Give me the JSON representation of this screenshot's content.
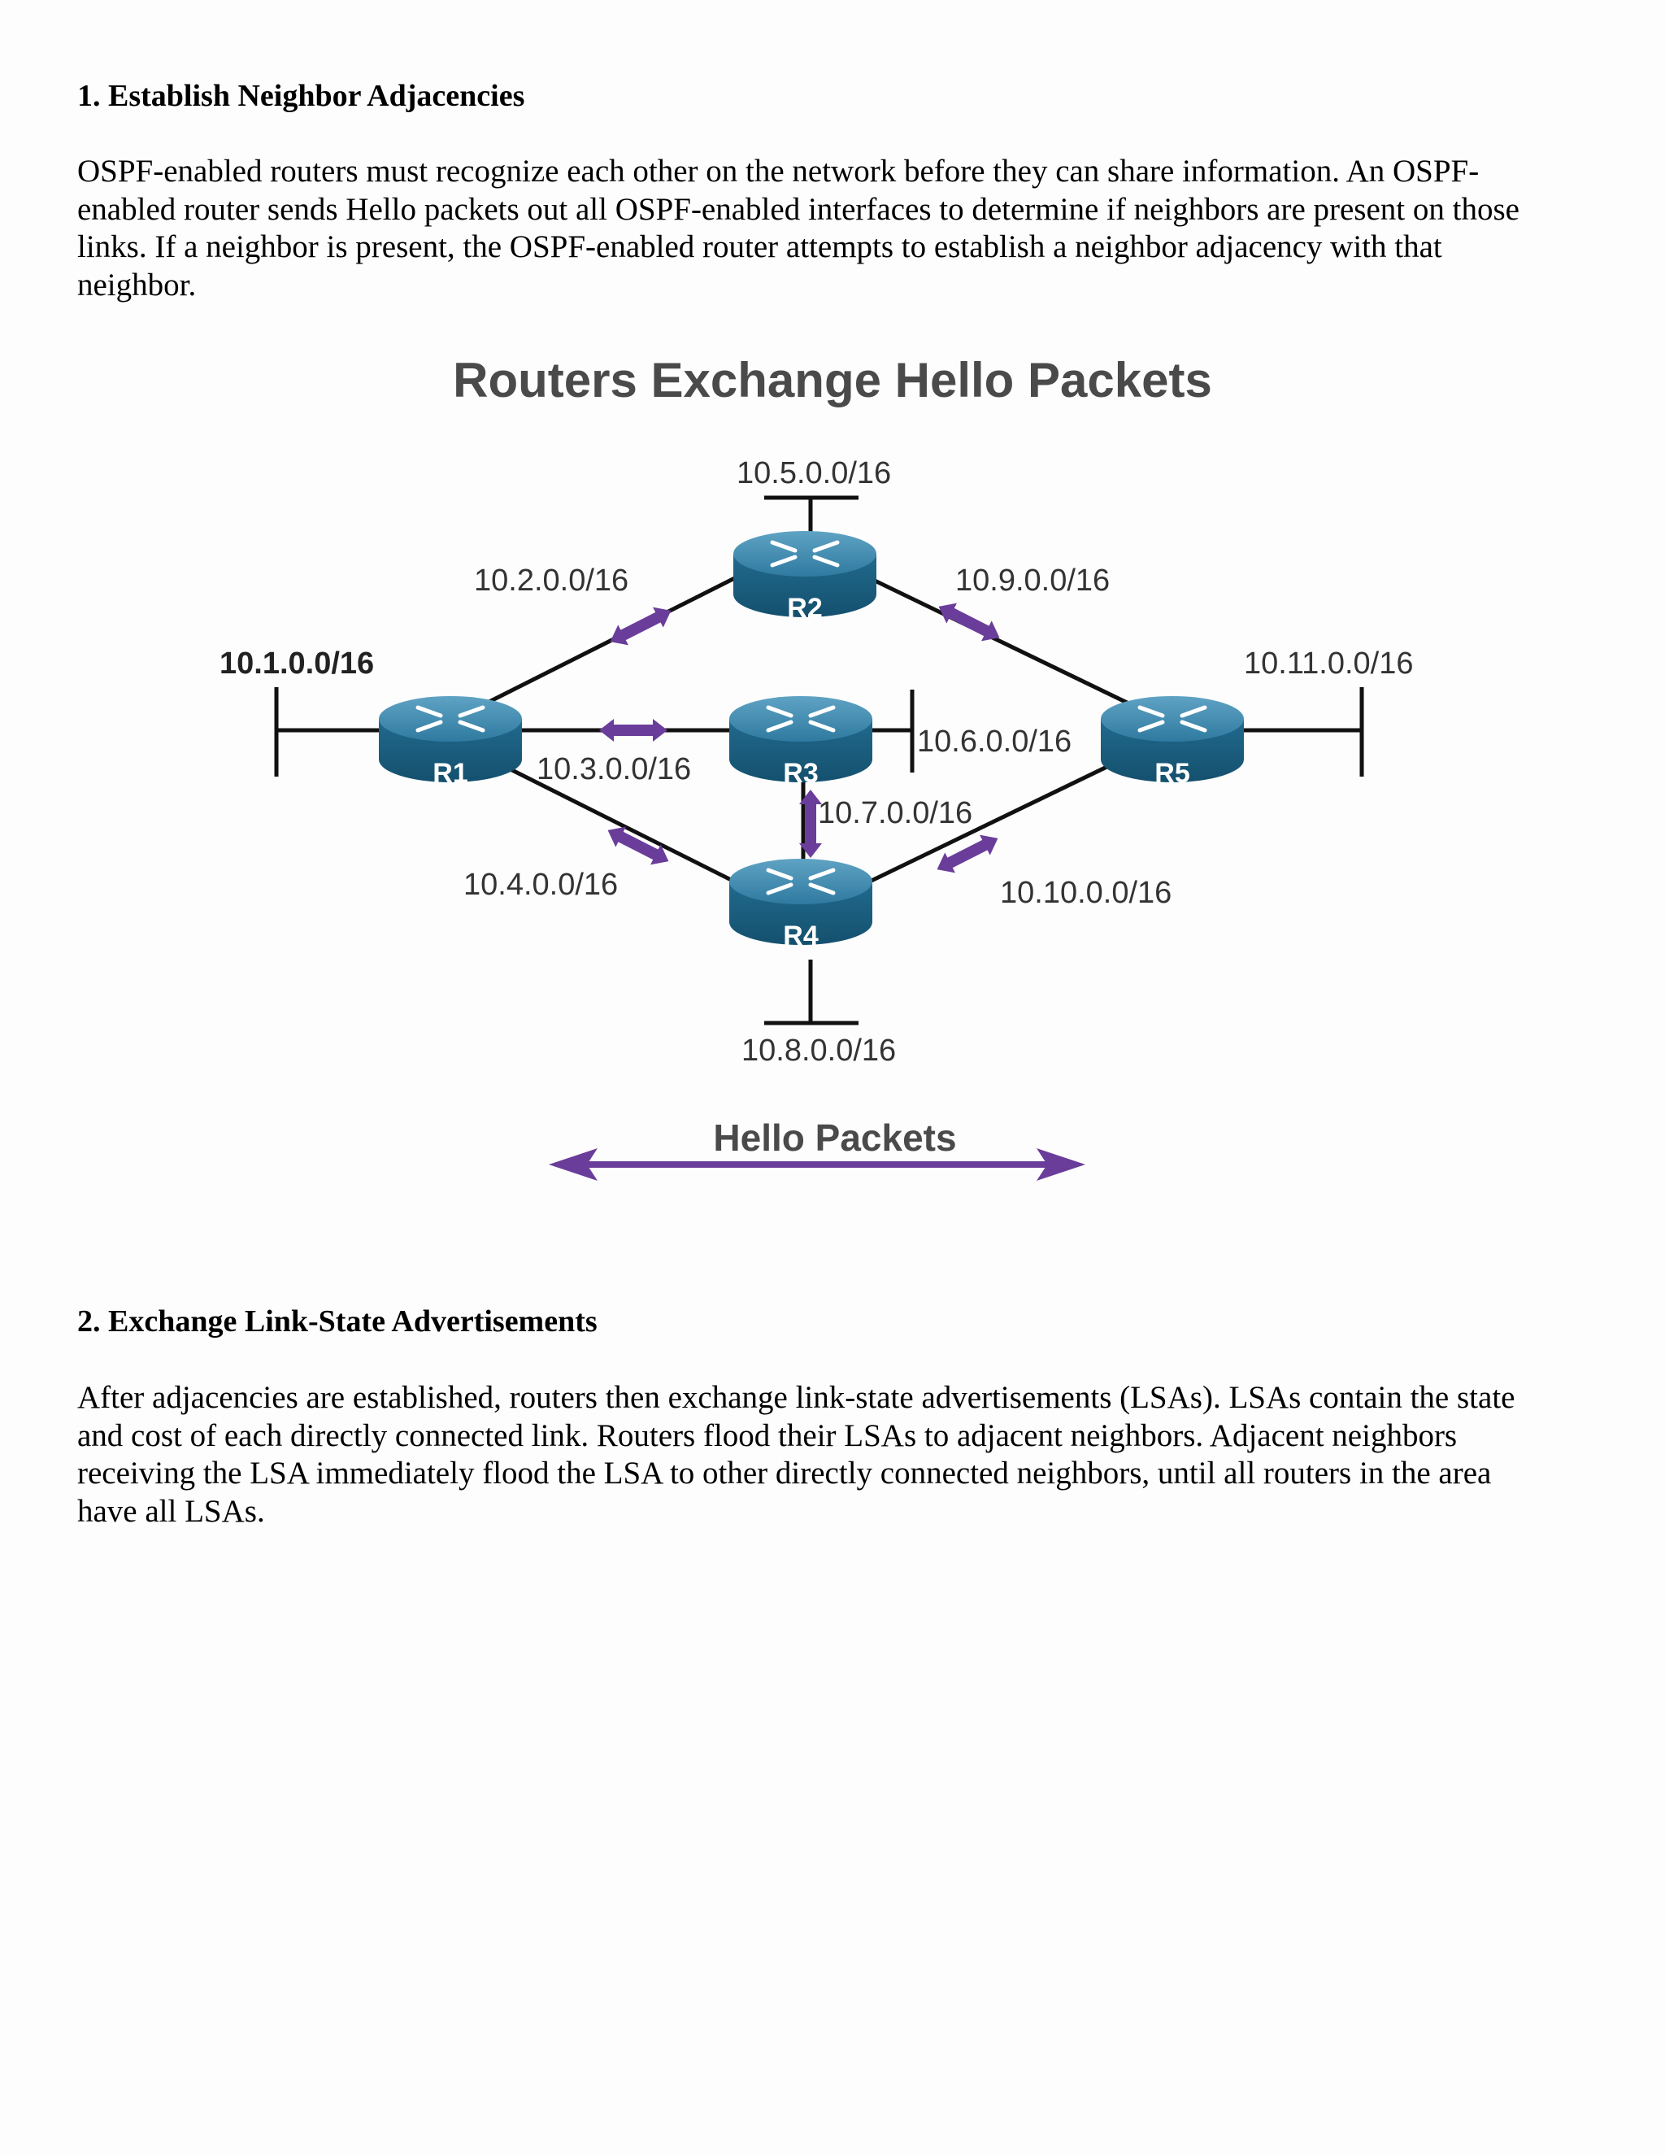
{
  "section1": {
    "heading": "1. Establish Neighbor Adjacencies",
    "lines": [
      "OSPF-enabled routers must recognize each other on the network before they can share information. An OSPF-",
      "enabled router sends Hello packets out all OSPF-enabled interfaces to determine if neighbors are present on those",
      "links. If a neighbor is present, the OSPF-enabled router attempts to establish a neighbor adjacency with that",
      "neighbor."
    ]
  },
  "figure": {
    "title": "Routers Exchange Hello Packets",
    "routers": {
      "r1": "R1",
      "r2": "R2",
      "r3": "R3",
      "r4": "R4",
      "r5": "R5"
    },
    "networks": {
      "n1": "10.1.0.0/16",
      "n2": "10.2.0.0/16",
      "n3": "10.3.0.0/16",
      "n4": "10.4.0.0/16",
      "n5": "10.5.0.0/16",
      "n6": "10.6.0.0/16",
      "n7": "10.7.0.0/16",
      "n8": "10.8.0.0/16",
      "n9": "10.9.0.0/16",
      "n10": "10.10.0.0/16",
      "n11": "10.11.0.0/16"
    },
    "legend": "Hello Packets",
    "colors": {
      "arrow": "#6a3d9a",
      "router": "#2a6f8f",
      "link": "#111111"
    },
    "icons": {
      "router": "router-icon",
      "hello": "double-arrow-icon"
    }
  },
  "section2": {
    "heading": "2. Exchange Link-State Advertisements",
    "lines": [
      "After adjacencies are established, routers then exchange link-state advertisements (LSAs). LSAs contain the state",
      "and cost of each directly connected link. Routers flood their LSAs to adjacent neighbors. Adjacent neighbors",
      "receiving the LSA immediately flood the LSA to other directly connected neighbors, until all routers in the area",
      "have all LSAs."
    ]
  }
}
